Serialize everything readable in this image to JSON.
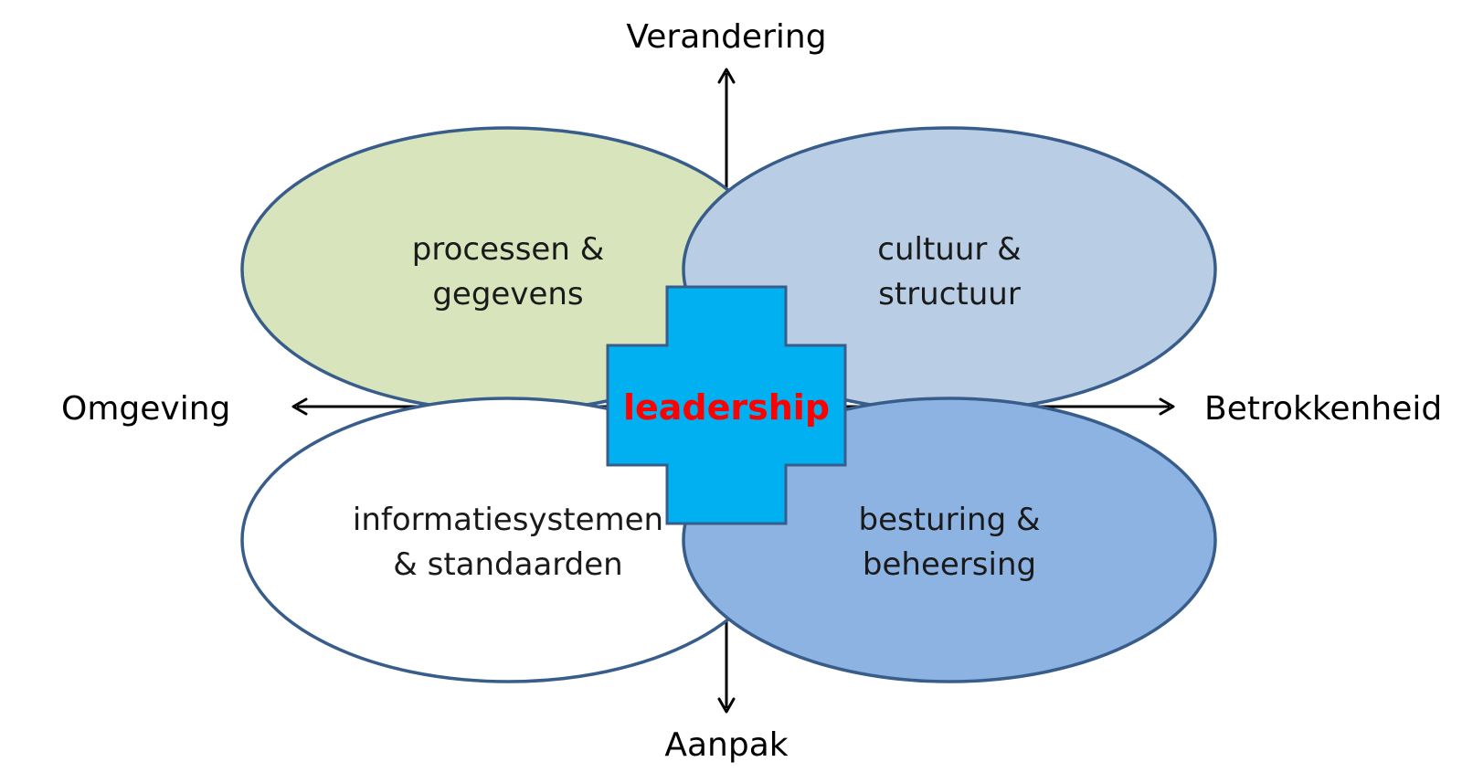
{
  "axes": {
    "top": "Verandering",
    "bottom": "Aanpak",
    "left": "Omgeving",
    "right": "Betrokkenheid"
  },
  "petals": {
    "top_left": {
      "line1": "processen &",
      "line2": "gegevens",
      "fill": "#d8e4bc"
    },
    "top_right": {
      "line1": "cultuur &",
      "line2": "structuur",
      "fill": "#b9cde5"
    },
    "bottom_left": {
      "line1": "informatiesystemen",
      "line2": "& standaarden",
      "fill": "#ffffff"
    },
    "bottom_right": {
      "line1": "besturing &",
      "line2": "beheersing",
      "fill": "#8db3e2"
    }
  },
  "center": {
    "label": "leadership",
    "fill": "#00b0f0",
    "text_color": "#ff0000"
  },
  "colors": {
    "outline": "#385d8a",
    "arrow": "#000000"
  }
}
